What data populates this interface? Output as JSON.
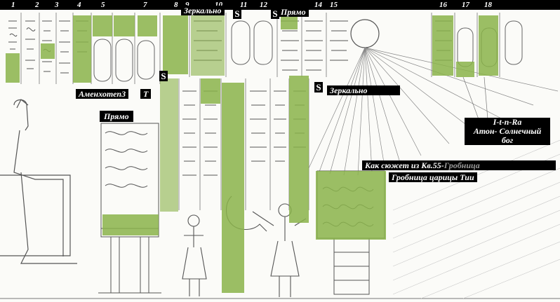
{
  "column_numbers": [
    "1",
    "2",
    "3",
    "4",
    "5",
    "7",
    "8",
    "9",
    "10",
    "11",
    "12",
    "14",
    "15",
    "16",
    "17",
    "18"
  ],
  "labels": {
    "mirror_top": "Зеркально",
    "direct_top": "Прямо",
    "amenhotep": "Аменхотеп3",
    "t_mark": "T",
    "direct_left": "Прямо",
    "mirror_mid": "Зеркально",
    "aten_line1": "I-t-n-Ra",
    "aten_line2": "Атон- Солнечный",
    "aten_line3": "бог",
    "kv55": "Как сюжет из Кв.55-",
    "kv55_overlap": "Гробница",
    "tiye_tomb": "Гробница царицы Тии"
  },
  "s_markers": [
    "S",
    "S",
    "S",
    "S"
  ],
  "colors": {
    "highlight": "#8ab34a",
    "label_bg": "#000000",
    "label_text": "#ffffff",
    "line_art": "#555555"
  }
}
